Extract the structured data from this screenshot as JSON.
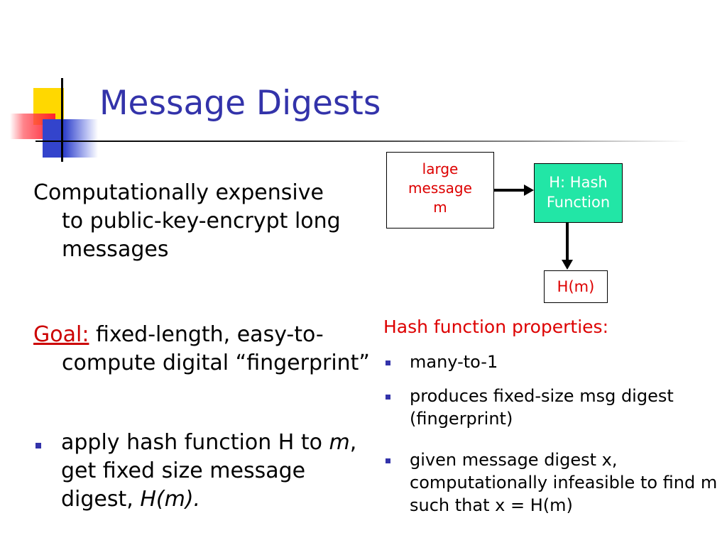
{
  "slide": {
    "title": "Message Digests"
  },
  "left": {
    "p1": "Computationally expensive to public-key-encrypt long messages",
    "goal_label": "Goal:",
    "goal_text": " fixed-length, easy-to-compute digital “fingerprint”",
    "bullet": {
      "t1": "apply hash function H to ",
      "m": "m",
      "t2": ", get fixed size message digest, ",
      "hm": "H(m)."
    }
  },
  "diagram": {
    "large_l1": "large",
    "large_l2": "message",
    "large_l3": "m",
    "hash_l1": "H: Hash",
    "hash_l2": "Function",
    "output": "H(m)"
  },
  "properties": {
    "heading": "Hash function properties:",
    "items": [
      "many-to-1",
      "produces fixed-size msg digest (fingerprint)",
      "given message digest x, computationally infeasible to find m such that x = H(m)"
    ]
  },
  "colors": {
    "title": "#3333aa",
    "accent_red": "#dd0000",
    "hash_box": "#22e6a6",
    "bullet": "#3333aa"
  }
}
